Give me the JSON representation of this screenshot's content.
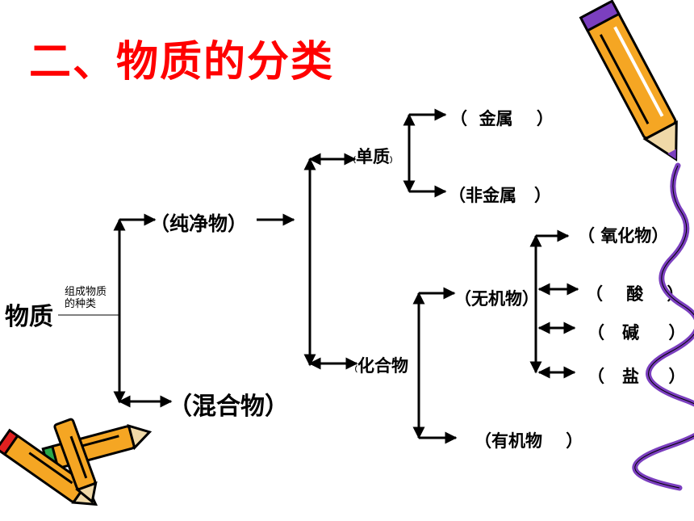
{
  "title": "二、物质的分类",
  "root": {
    "label": "物质",
    "basis": "组成物质的种类",
    "basis_line1": "组成物质",
    "basis_line2": "的种类"
  },
  "pure": {
    "label": "（纯净物）"
  },
  "mixture": {
    "label": "（混合物）"
  },
  "element": {
    "open": "（",
    "label": "单质",
    "close": "）"
  },
  "metal": {
    "open": "（",
    "label": "金属",
    "close": "）"
  },
  "nonmetal": {
    "open": "（",
    "label": "非金属",
    "close": "）"
  },
  "compound": {
    "open": "（",
    "label": "化合物"
  },
  "inorganic": {
    "label": "（无机物）"
  },
  "oxide": {
    "open": "（",
    "label": "氧化物",
    "close": "）"
  },
  "acid": {
    "open": "（",
    "label": "酸",
    "close": "）"
  },
  "base": {
    "open": "（",
    "label": "碱",
    "close": "）"
  },
  "salt": {
    "open": "（",
    "label": "盐",
    "close": "）"
  },
  "organic": {
    "label": "（有机物",
    "close": "）"
  },
  "colors": {
    "title": "#ff0000",
    "lines": "#000000",
    "pencil_body": "#f5a623",
    "pencil_tip": "#7b3fbf",
    "wavy_border": "#7b3fbf"
  },
  "icons": [
    "pencil-icon",
    "pencils-icon",
    "wavy-border"
  ]
}
